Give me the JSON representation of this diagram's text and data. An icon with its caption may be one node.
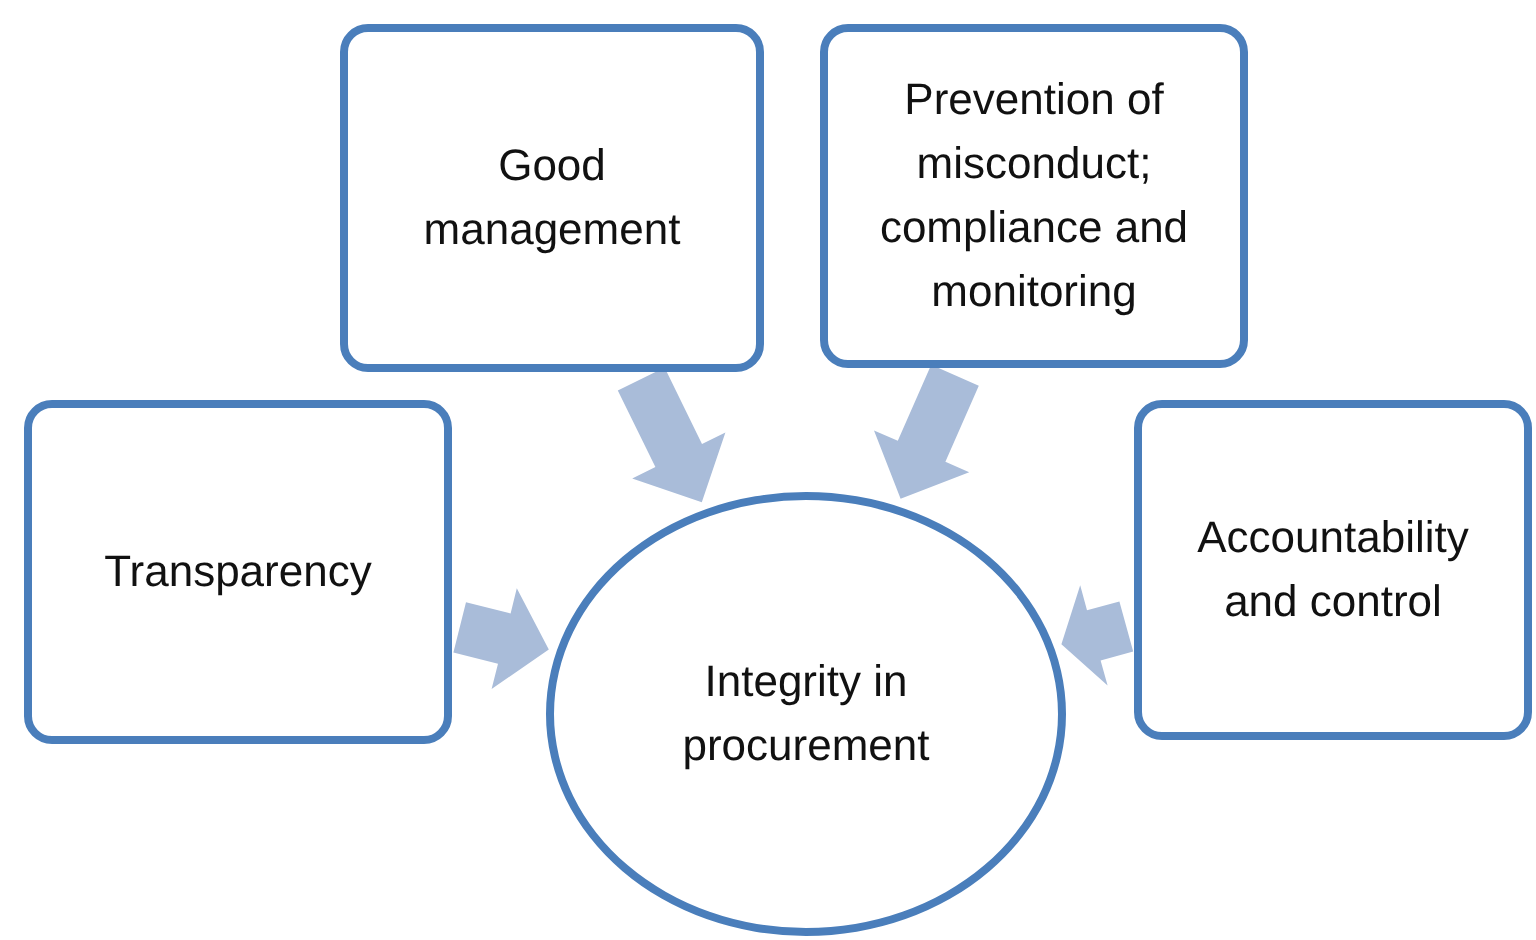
{
  "diagram": {
    "nodes": [
      {
        "text": [
          "Good management"
        ]
      },
      {
        "text": [
          "Prevention of misconduct; compliance and monitoring"
        ]
      },
      {
        "text": [
          "Transparency"
        ]
      },
      {
        "text": [
          "Accountability and control"
        ]
      },
      {
        "text": [
          "Integrity in procurement"
        ]
      }
    ],
    "edges": [
      {
        "from": 0,
        "to": 4,
        "arrow": "to"
      },
      {
        "from": 1,
        "to": 4,
        "arrow": "to"
      },
      {
        "from": 2,
        "to": 4,
        "arrow": "to"
      },
      {
        "from": 3,
        "to": 4,
        "arrow": "to"
      }
    ]
  }
}
